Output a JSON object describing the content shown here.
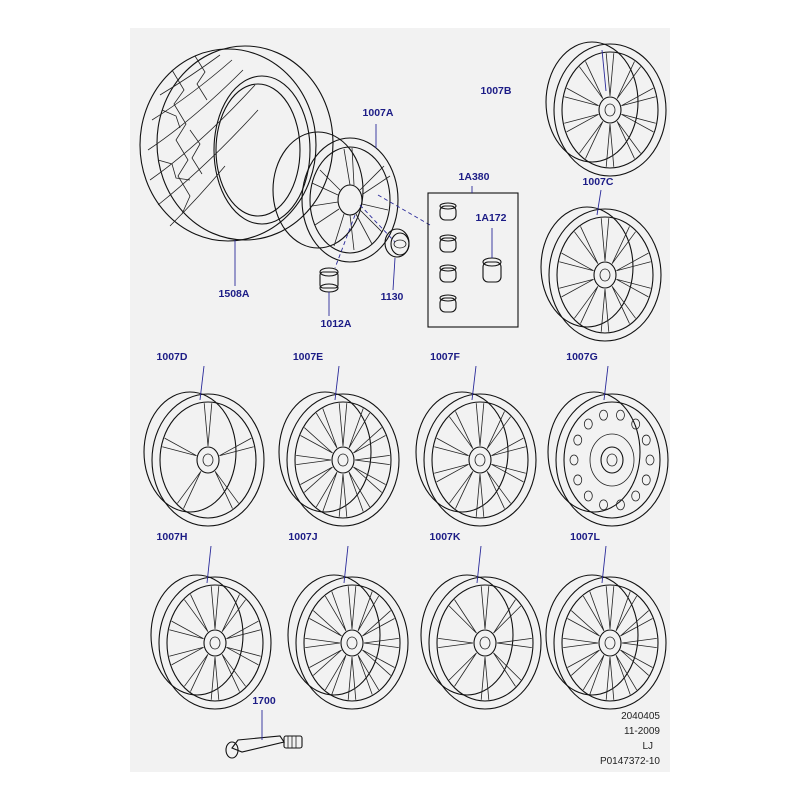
{
  "parts": {
    "tyre": "1508A",
    "wheel_main": "1007A",
    "wheel_b": "1007B",
    "wheel_c": "1007C",
    "wheel_d": "1007D",
    "wheel_e": "1007E",
    "wheel_f": "1007F",
    "wheel_g": "1007G",
    "wheel_h": "1007H",
    "wheel_j": "1007J",
    "wheel_k": "1007K",
    "wheel_l": "1007L",
    "cap_kit": "1A380",
    "locking_nut": "1A172",
    "center_cap": "1130",
    "wheel_nut": "1012A",
    "valve": "1700"
  },
  "footer": {
    "code": "2040405",
    "date": "11-2009",
    "initials": "LJ",
    "ref": "P0147372-10"
  }
}
